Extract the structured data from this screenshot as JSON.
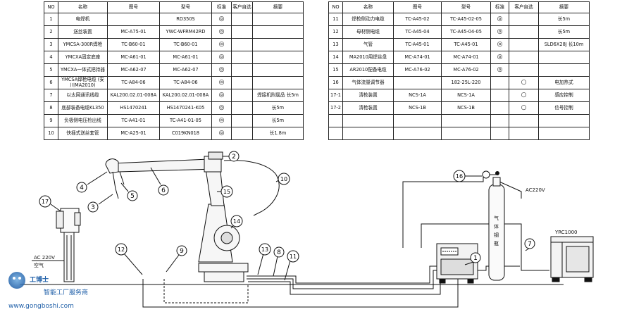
{
  "table_left": {
    "headers": [
      "NO",
      "名称",
      "图号",
      "型号",
      "标准",
      "客户自选",
      "摘要"
    ],
    "rows": [
      {
        "no": "1",
        "name": "电焊机",
        "drawing": "",
        "model": "RD350S",
        "standard": "◎",
        "optional": "",
        "note": ""
      },
      {
        "no": "2",
        "name": "送丝装置",
        "drawing": "MC-A75-01",
        "model": "YWC-WFRM42RD",
        "standard": "◎",
        "optional": "",
        "note": ""
      },
      {
        "no": "3",
        "name": "YMCSA-300R焊枪",
        "drawing": "TC-B60-01",
        "model": "TC-B60-01",
        "standard": "◎",
        "optional": "",
        "note": ""
      },
      {
        "no": "4",
        "name": "YMCXA固定底座",
        "drawing": "MC-A61-01",
        "model": "MC-A61-01",
        "standard": "◎",
        "optional": "",
        "note": ""
      },
      {
        "no": "5",
        "name": "YMCXA一体式把持器",
        "drawing": "MC-A62-07",
        "model": "MC-A62-07",
        "standard": "◎",
        "optional": "",
        "note": ""
      },
      {
        "no": "6",
        "name": "YMCSA焊枪电缆 (安川MA2010)",
        "drawing": "TC-A84-06",
        "model": "TC-A84-06",
        "standard": "◎",
        "optional": "",
        "note": ""
      },
      {
        "no": "7",
        "name": "以太网通讯线缆",
        "drawing": "KAL200.02.01-008A",
        "model": "KAL200.02.01-008A",
        "standard": "◎",
        "optional": "",
        "note": "焊接机附属品 长5m"
      },
      {
        "no": "8",
        "name": "底部装备电缆KL350",
        "drawing": "HS1470241",
        "model": "HS1470241-K05",
        "standard": "◎",
        "optional": "",
        "note": "长5m"
      },
      {
        "no": "9",
        "name": "负极侧电压检出线",
        "drawing": "TC-A41-01",
        "model": "TC-A41-01-05",
        "standard": "◎",
        "optional": "",
        "note": "长5m"
      },
      {
        "no": "10",
        "name": "快插式送丝套管",
        "drawing": "MC-A25-01",
        "model": "C019KN018",
        "standard": "◎",
        "optional": "",
        "note": "长1.8m"
      }
    ]
  },
  "table_right": {
    "headers": [
      "NO",
      "名称",
      "图号",
      "型号",
      "标准",
      "客户自选",
      "摘要"
    ],
    "rows": [
      {
        "no": "11",
        "name": "焊枪侧动力电缆",
        "drawing": "TC-A45-02",
        "model": "TC-A45-02-05",
        "standard": "◎",
        "optional": "",
        "note": "长5m"
      },
      {
        "no": "12",
        "name": "母材侧电缆",
        "drawing": "TC-A45-04",
        "model": "TC-A45-04-05",
        "standard": "◎",
        "optional": "",
        "note": "长5m"
      },
      {
        "no": "13",
        "name": "气管",
        "drawing": "TC-A45-01",
        "model": "TC-A45-01",
        "standard": "◎",
        "optional": "",
        "note": "SLD6X28J 长10m"
      },
      {
        "no": "14",
        "name": "MA2010用焊丝盘",
        "drawing": "MC-A74-01",
        "model": "MC-A74-01",
        "standard": "◎",
        "optional": "",
        "note": ""
      },
      {
        "no": "15",
        "name": "AR2010配备电缆",
        "drawing": "MC-A76-02",
        "model": "MC-A76-02",
        "standard": "◎",
        "optional": "",
        "note": ""
      },
      {
        "no": "16",
        "name": "气体流量调节器",
        "drawing": "",
        "model": "182-25L-220",
        "standard": "",
        "optional": "○",
        "note": "电加热式"
      },
      {
        "no": "17-1",
        "name": "清枪装置",
        "drawing": "NCS-1A",
        "model": "NCS-1A",
        "standard": "",
        "optional": "○",
        "note": "感应控制"
      },
      {
        "no": "17-2",
        "name": "清枪装置",
        "drawing": "NCS-1B",
        "model": "NCS-1B",
        "standard": "",
        "optional": "○",
        "note": "信号控制"
      },
      {
        "no": "",
        "name": "",
        "drawing": "",
        "model": "",
        "standard": "",
        "optional": "",
        "note": ""
      },
      {
        "no": "",
        "name": "",
        "drawing": "",
        "model": "",
        "standard": "",
        "optional": "",
        "note": ""
      }
    ]
  },
  "diagram": {
    "callouts": [
      "1",
      "2",
      "3",
      "4",
      "5",
      "6",
      "7",
      "8",
      "9",
      "10",
      "11",
      "12",
      "13",
      "14",
      "15",
      "16",
      "17"
    ],
    "ac_left": "AC 220V",
    "air_label": "空气",
    "ac_right": "AC220V",
    "cylinder_label": [
      "气",
      "体",
      "钢",
      "瓶"
    ],
    "chiller_label": "YRC1000",
    "watermark": {
      "brand": "工博士",
      "tagline": "智能工厂服务商",
      "url": "www.gongboshi.com"
    }
  }
}
